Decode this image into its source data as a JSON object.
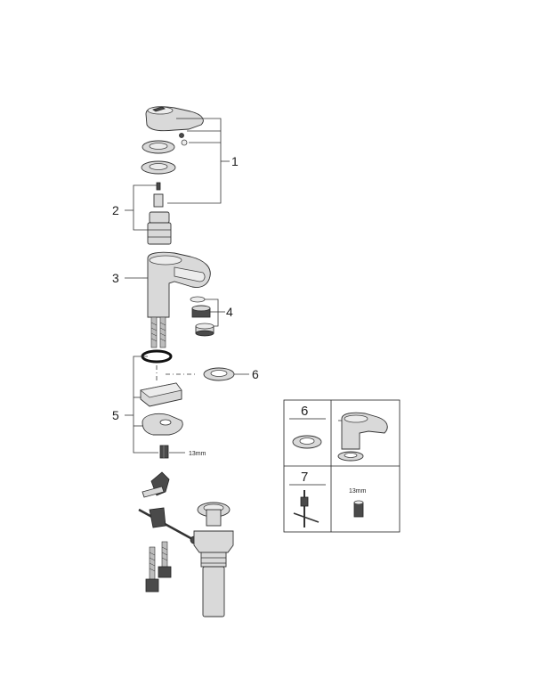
{
  "callouts": {
    "c1": "1",
    "c2": "2",
    "c3": "3",
    "c4": "4",
    "c5": "5",
    "c6": "6"
  },
  "labels": {
    "wrench_size": "13mm"
  },
  "inset": {
    "cell_6_title": "6",
    "cell_7_title": "7",
    "cell_wrench_size": "13mm"
  }
}
